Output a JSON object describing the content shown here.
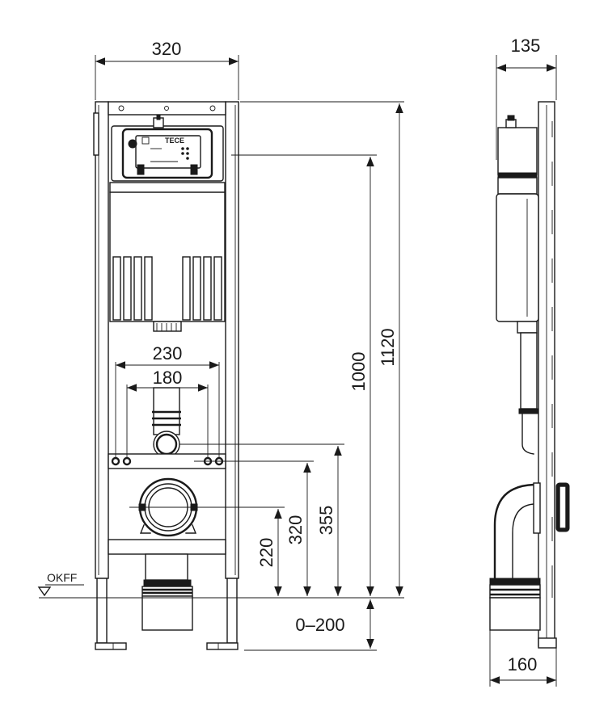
{
  "dimensions": {
    "front_width": "320",
    "side_depth": "135",
    "side_bottom": "160",
    "flush_plate_width": "230",
    "bolt_spacing": "180",
    "total_height": "1120",
    "actuator_height": "1000",
    "waste_height": "355",
    "bolt_height": "320",
    "pipe_height": "220",
    "foot_adjust": "0–200"
  },
  "labels": {
    "floor_level": "OKFF",
    "brand": "TECE"
  }
}
